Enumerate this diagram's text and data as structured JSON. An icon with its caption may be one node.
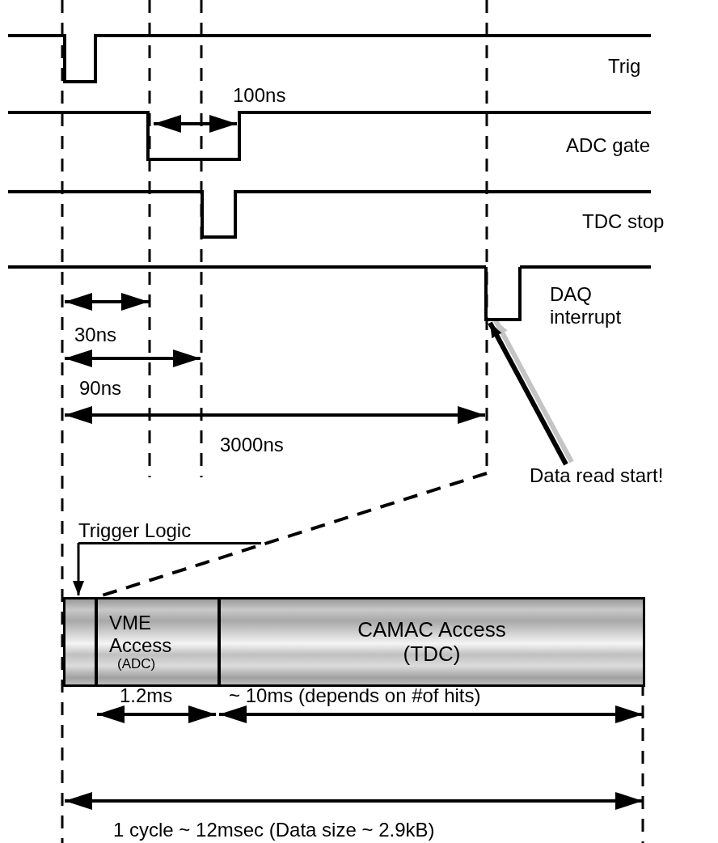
{
  "diagram": {
    "nodes": [
      {
        "text": [
          "Trigger Logic"
        ]
      },
      {
        "text": [],
        "shape": "bar"
      },
      {
        "text": [],
        "shape": "box",
        "in": 1
      },
      {
        "text": [
          "VME Access",
          "(ADC)"
        ],
        "in": 1
      },
      {
        "text": [
          "CAMAC Access (TDC)"
        ],
        "in": 1
      },
      {
        "text": [
          "Data read start!"
        ]
      },
      {
        "text": [],
        "shape": "box"
      }
    ],
    "edges": [
      {
        "from": 0,
        "to": 2,
        "arrow": "to"
      },
      {
        "from": 5,
        "to": 6,
        "arrow": "to",
        "style": "thick"
      }
    ],
    "labels": [
      "Trig",
      "100ns",
      "ADC gate",
      "TDC stop",
      "DAQ interrupt",
      "30ns",
      "90ns",
      "3000ns",
      "1.2ms",
      "~ 10ms (depends on #of hits)",
      "1 cycle ~ 12msec (Data size ~ 2.9kB)"
    ]
  }
}
